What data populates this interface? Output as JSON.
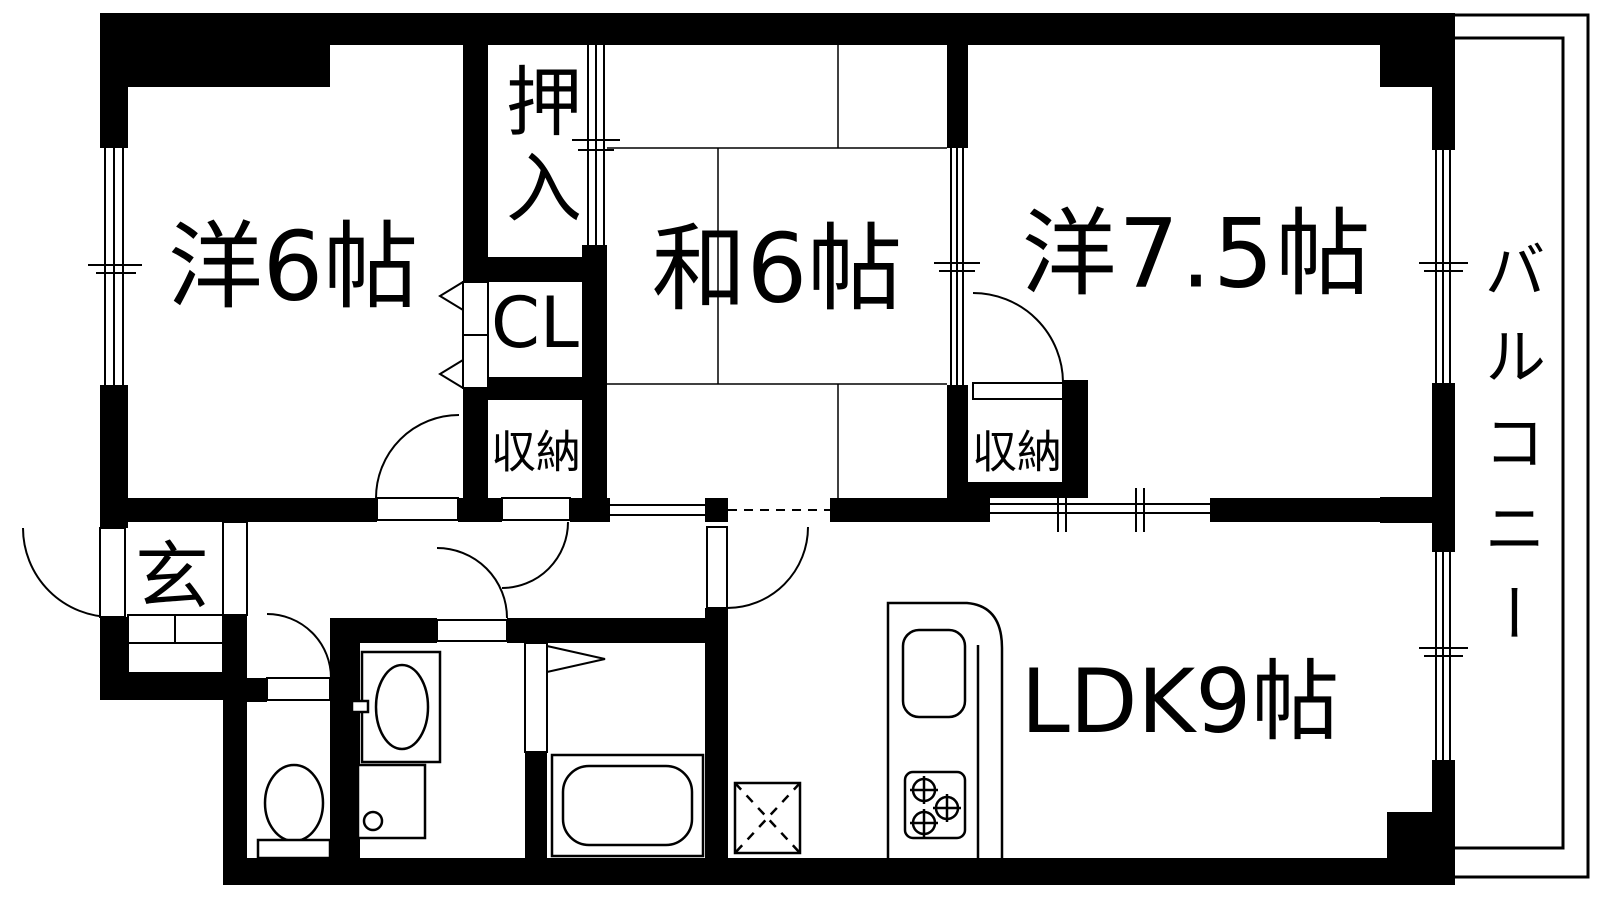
{
  "plan": {
    "type": "floorplan",
    "colors": {
      "wall": "#000000",
      "background": "#ffffff",
      "line": "#000000"
    },
    "rooms": {
      "western_6": {
        "label": "洋6帖"
      },
      "japanese_6": {
        "label": "和6帖"
      },
      "western_7_5": {
        "label": "洋7.5帖"
      },
      "ldk": {
        "label": "LDK9帖"
      },
      "balcony": {
        "label": "バルコニー"
      },
      "oshiire": {
        "label": "押入"
      },
      "closet": {
        "label": "CL"
      },
      "storage_hall": {
        "label": "収納"
      },
      "storage_west": {
        "label": "収納"
      },
      "entrance": {
        "label": "玄"
      }
    },
    "fixtures": [
      "toilet-icon",
      "washbasin-icon",
      "washing-machine-icon",
      "bathtub-icon",
      "kitchen-counter-icon",
      "kitchen-sink-icon",
      "gas-stove-icon",
      "pipe-space-icon",
      "entrance-step",
      "balcony-railing"
    ]
  }
}
